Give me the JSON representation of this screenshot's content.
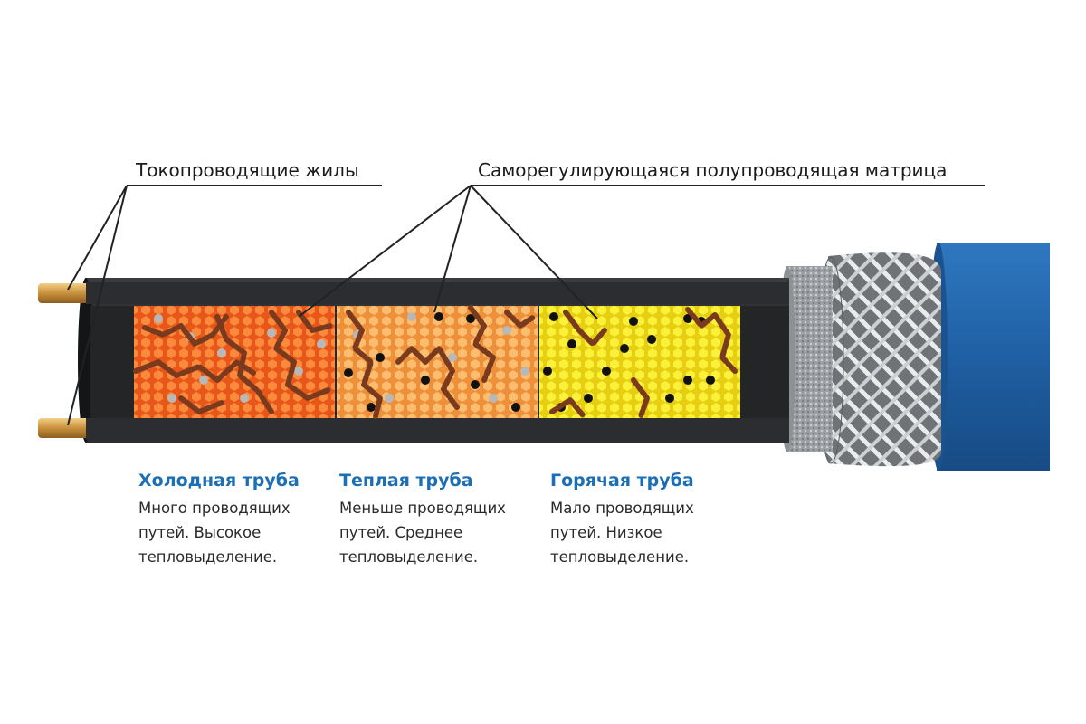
{
  "labels": {
    "conductors": "Токопроводящие жилы",
    "matrix": "Саморегулирующаяся полупроводящая матрица"
  },
  "sections": [
    {
      "title": "Холодная труба",
      "lines": [
        "Много проводящих",
        "путей. Высокое",
        "тепловыделение."
      ]
    },
    {
      "title": "Теплая труба",
      "lines": [
        "Меньше проводящих",
        "путей. Среднее",
        "тепловыделение."
      ]
    },
    {
      "title": "Горячая труба",
      "lines": [
        "Мало проводящих",
        "путей. Низкое",
        "тепловыделение."
      ]
    }
  ],
  "colors": {
    "title": "#1d6fb5",
    "cable_jacket": "#1f5fa3",
    "cold": "#f26a1b",
    "warm": "#f7a24a",
    "hot": "#f2e21b",
    "path": "#7a3a1e",
    "copper": "#c8903c"
  }
}
